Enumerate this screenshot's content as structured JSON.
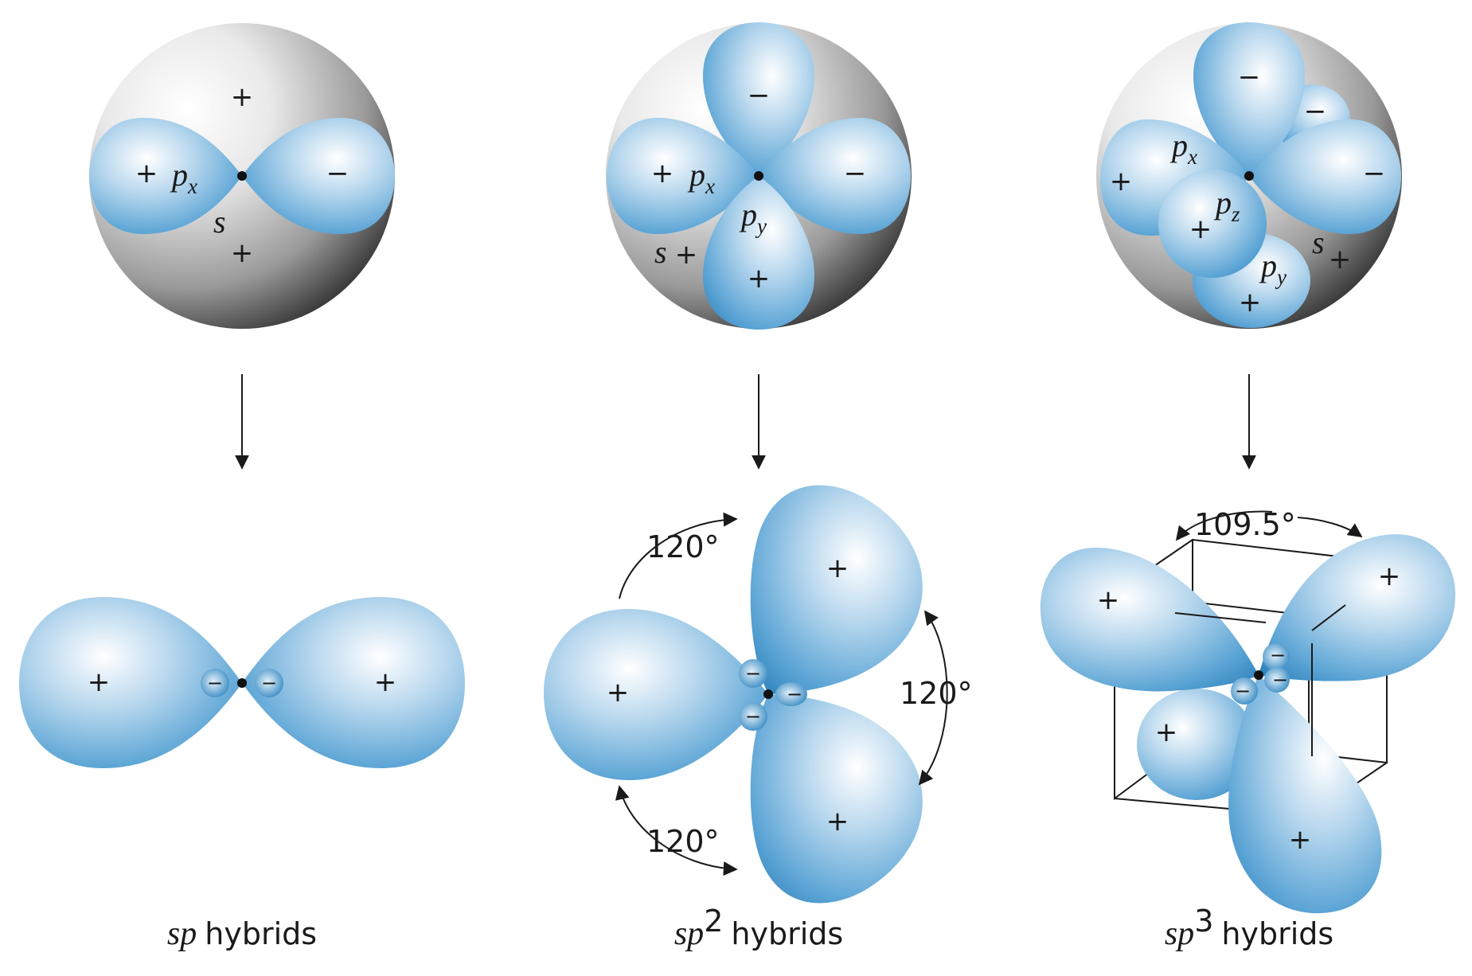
{
  "columns": [
    {
      "id": "sp",
      "orbital_labels": {
        "px": "p",
        "px_sub": "x",
        "s": "s"
      },
      "signs_top": {
        "s_top": "+",
        "s_bottom": "+",
        "px_left": "+",
        "px_right": "−"
      },
      "signs_bottom": {
        "left": "+",
        "right": "+",
        "small_left": "−",
        "small_right": "−"
      },
      "caption": {
        "prefix": "sp",
        "sup": "",
        "suffix": "hybrids"
      }
    },
    {
      "id": "sp2",
      "orbital_labels": {
        "px": "p",
        "px_sub": "x",
        "py": "p",
        "py_sub": "y",
        "s": "s"
      },
      "signs_top": {
        "py_top": "−",
        "px_left": "+",
        "px_right": "−",
        "py_bottom": "+",
        "s": "+"
      },
      "signs_bottom": {
        "upper": "+",
        "left": "+",
        "lower": "+",
        "small1": "−",
        "small2": "−",
        "small3": "−"
      },
      "angles": [
        "120°",
        "120°",
        "120°"
      ],
      "caption": {
        "prefix": "sp",
        "sup": "2",
        "suffix": "hybrids"
      }
    },
    {
      "id": "sp3",
      "orbital_labels": {
        "px": "p",
        "px_sub": "x",
        "py": "p",
        "py_sub": "y",
        "pz": "p",
        "pz_sub": "z",
        "s": "s"
      },
      "signs_top": {
        "top": "−",
        "back": "−",
        "right": "−",
        "left": "+",
        "pz": "+",
        "py": "+",
        "s": "+"
      },
      "signs_bottom": {
        "upper_left": "+",
        "upper_right": "+",
        "lower_left": "+",
        "lower": "+",
        "small1": "−",
        "small2": "−",
        "small3": "−"
      },
      "angles": [
        "109.5°"
      ],
      "caption": {
        "prefix": "sp",
        "sup": "3",
        "suffix": "hybrids"
      }
    }
  ],
  "colors": {
    "lobe_light": "#eef6fb",
    "lobe_dark": "#2f86bf",
    "sphere_light": "#ffffff",
    "sphere_dark": "#3a3a3a"
  }
}
